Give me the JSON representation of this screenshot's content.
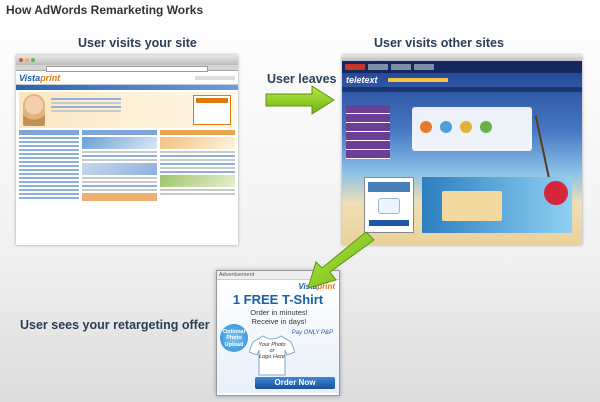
{
  "title": "How AdWords Remarketing Works",
  "steps": {
    "visit_site": "User visits your site",
    "leaves": "User leaves",
    "visit_other": "User visits other sites",
    "sees_offer": "User sees your retargeting offer"
  },
  "ad": {
    "label": "Advertisement",
    "brand": "Vista",
    "brand_accent": "print",
    "headline": "1 FREE T-Shirt",
    "sub_line1": "Order in minutes!",
    "sub_line2": "Receive in days!",
    "price": "Pay ONLY P&P",
    "badge_line1": "Optional",
    "badge_line2": "Photo",
    "badge_line3": "Upload",
    "shirt_line1": "Your Photo",
    "shirt_line2": "or",
    "shirt_line3": "Logo Here",
    "cta": "Order Now"
  },
  "mini_site": {
    "brand": "Vista",
    "brand_accent": "print"
  },
  "other_site": {
    "brand": "teletext"
  },
  "colors": {
    "arrow_green": "#8ccf1e",
    "label_blue": "#2a3e55",
    "vista_blue": "#1b5fa8",
    "vista_orange": "#e07a10"
  }
}
